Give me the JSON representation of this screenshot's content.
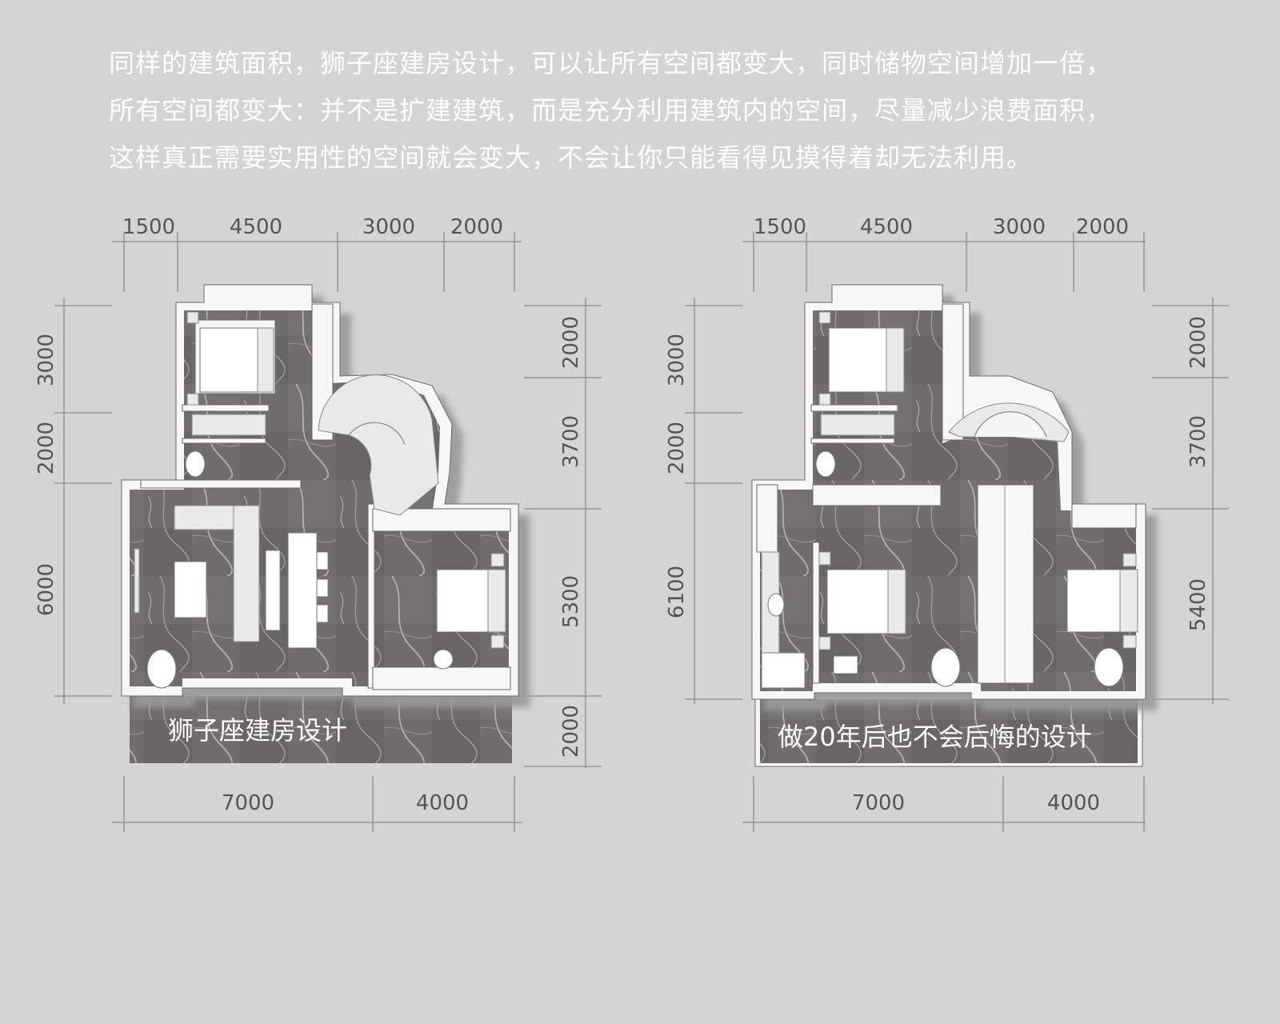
{
  "intro": {
    "line1": "同样的建筑面积，狮子座建房设计，可以让所有空间都变大，同时储物空间增加一倍，",
    "line2": "所有空间都变大：并不是扩建建筑，而是充分利用建筑内的空间，尽量减少浪费面积，",
    "line3": "这样真正需要实用性的空间就会变大，不会让你只能看得见摸得着却无法利用。"
  },
  "plan_left": {
    "caption": "狮子座建房设计",
    "dims_top": [
      "1500",
      "4500",
      "3000",
      "2000"
    ],
    "dims_bottom": [
      "7000",
      "4000"
    ],
    "dims_left": [
      "3000",
      "2000",
      "6000"
    ],
    "dims_right": [
      "2000",
      "3700",
      "5300",
      "2000"
    ]
  },
  "plan_right": {
    "caption": "做20年后也不会后悔的设计",
    "dims_top": [
      "1500",
      "4500",
      "3000",
      "2000"
    ],
    "dims_bottom": [
      "7000",
      "4000"
    ],
    "dims_left": [
      "3000",
      "2000",
      "6100"
    ],
    "dims_right": [
      "2000",
      "3700",
      "5400"
    ]
  },
  "colors": {
    "background": "#d4d4d4",
    "floor": "#6e6c6c",
    "wall": "#f7f7f7",
    "text": "#ffffff"
  }
}
